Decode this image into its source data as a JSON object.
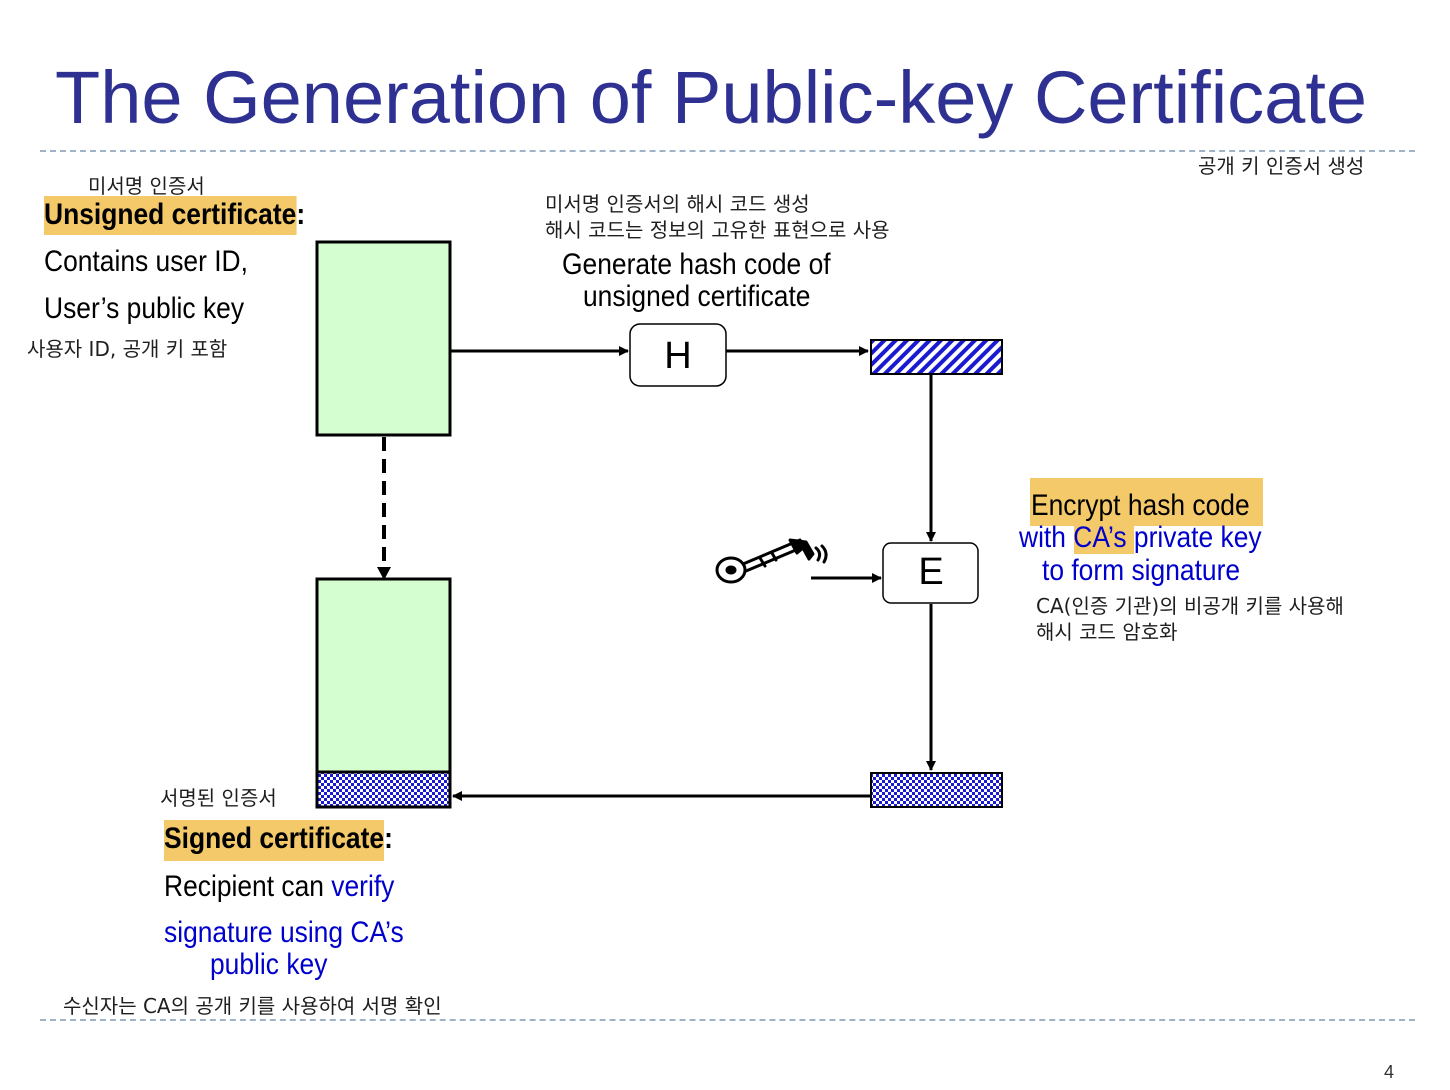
{
  "title": "The Generation of Public-key Certificate",
  "subtitle_ko": "공개 키 인증서 생성",
  "unsigned": {
    "ko": "미서명 인증서",
    "label": "Unsigned certificate",
    "colon": ":",
    "line1": "Contains user ID,",
    "line2": "User’s public key",
    "note_ko": "사용자 ID, 공개 키 포함"
  },
  "hash": {
    "ko_line1": "미서명 인증서의 해시 코드 생성",
    "ko_line2": "해시 코드는 정보의 고유한 표현으로 사용",
    "line1": "Generate hash code of",
    "line2": "unsigned certificate",
    "box_label": "H"
  },
  "encrypt": {
    "line1": "Encrypt hash code",
    "line2_a": "with ",
    "line2_b": "CA’s",
    "line2_c": " private key",
    "line3": "to form signature",
    "ko_line1": "CA(인증 기관)의 비공개 키를 사용해",
    "ko_line2": "해시 코드 암호화",
    "box_label": "E"
  },
  "signed": {
    "ko": "서명된 인증서",
    "label": "Signed certificate",
    "colon": ":",
    "line1_a": "Recipient can ",
    "line1_b": "verify",
    "line2": "signature using CA’s",
    "line3": "public key",
    "note_ko": "수신자는 CA의 공개 키를 사용하여 서명 확인"
  },
  "page_number": "4",
  "colors": {
    "title": "#2e3192",
    "highlight": "#f3c96a",
    "cert_fill": "#d4fdd0",
    "hash_blue": "#1a1ad0",
    "text_blue": "#0000cc"
  },
  "icons": {
    "key": "key-icon"
  }
}
